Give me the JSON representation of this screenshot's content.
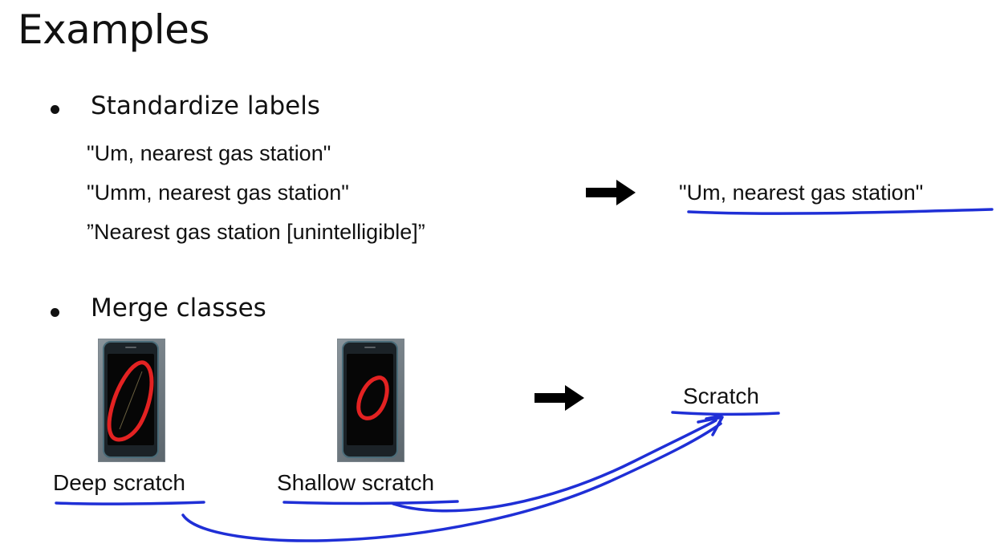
{
  "slide": {
    "title": "Examples",
    "bullets": [
      {
        "text": "Standardize labels",
        "examples": [
          "\"Um, nearest gas station\"",
          "\"Umm, nearest gas station\"",
          "”Nearest gas station [unintelligible]”"
        ],
        "result": "\"Um, nearest gas station\""
      },
      {
        "text": "Merge classes",
        "class_labels": [
          "Deep scratch",
          "Shallow scratch"
        ],
        "result": "Scratch"
      }
    ]
  },
  "colors": {
    "ink": "#1f2fd6",
    "scratch_mark": "#e32222",
    "text": "#111111"
  },
  "icons": {
    "arrow": "right-arrow-icon",
    "phone": "phone-image"
  }
}
